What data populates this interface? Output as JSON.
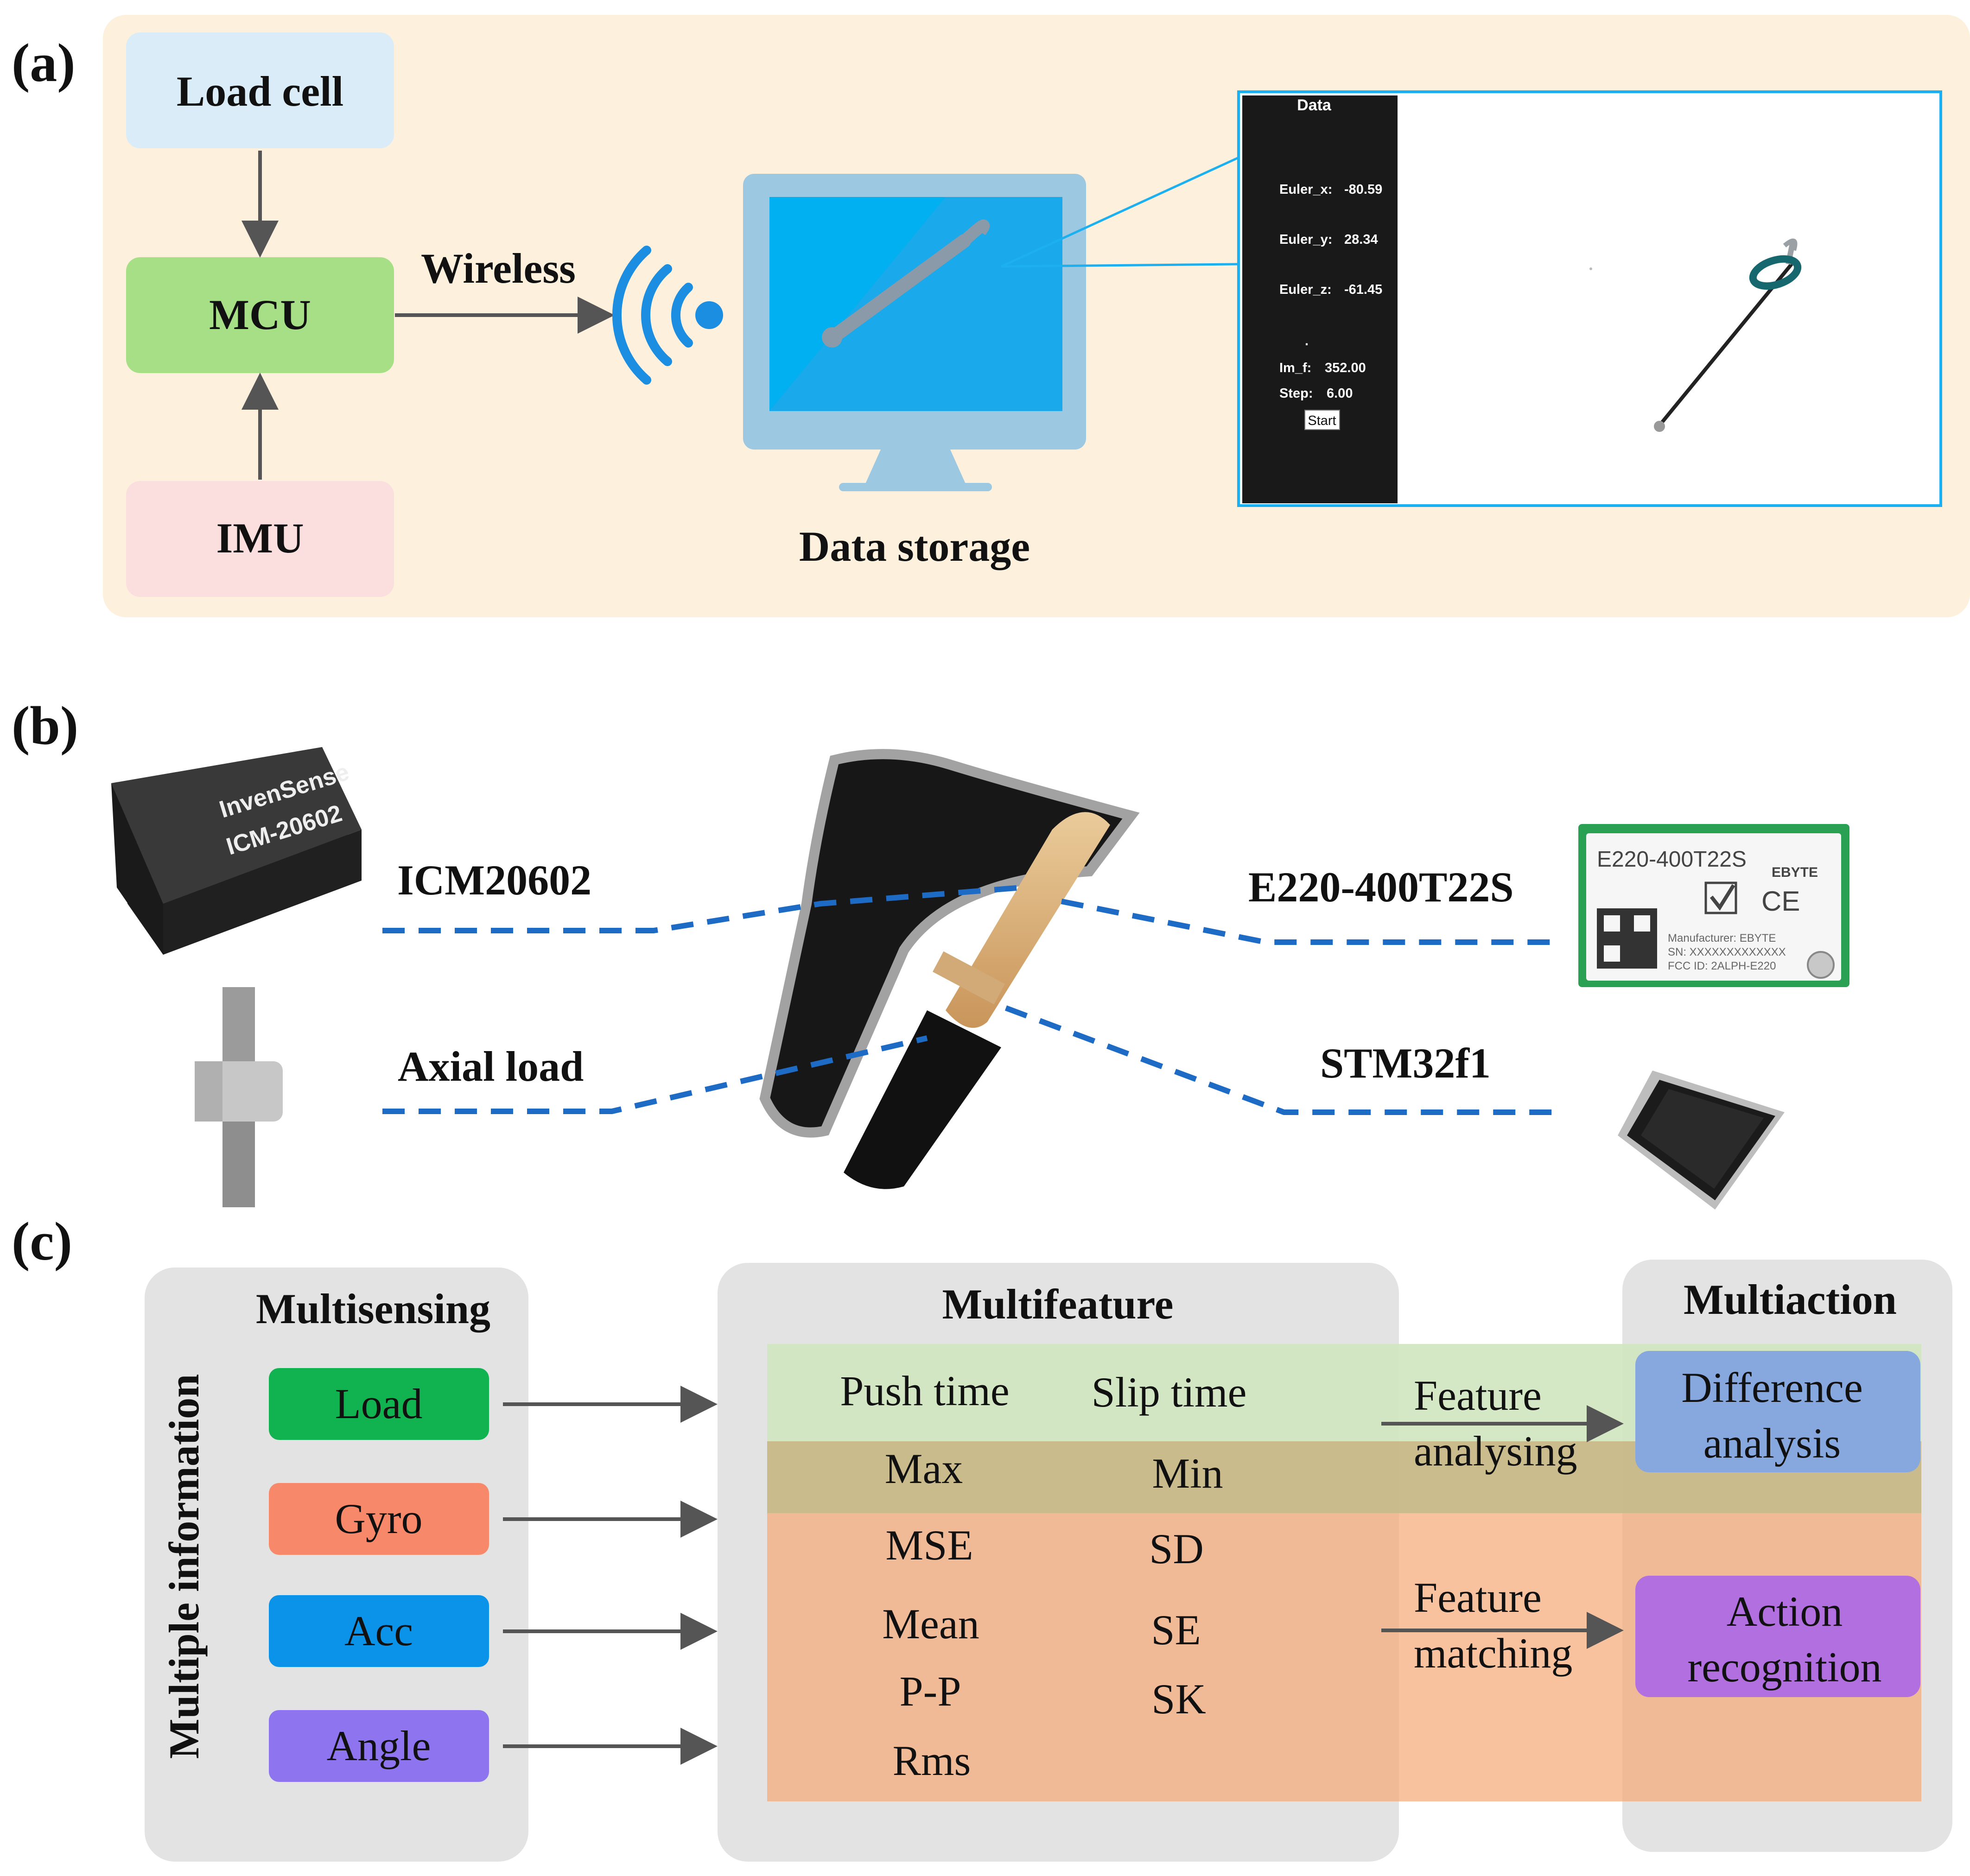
{
  "panel_a": {
    "label": "(a)",
    "load_cell": "Load cell",
    "mcu": "MCU",
    "imu": "IMU",
    "wireless": "Wireless",
    "data_storage": "Data storage",
    "screen": {
      "header": "Data",
      "euler_x_label": "Euler_x:",
      "euler_x_value": "-80.59",
      "euler_y_label": "Euler_y:",
      "euler_y_value": "28.34",
      "euler_z_label": "Euler_z:",
      "euler_z_value": "-61.45",
      "dot": ".",
      "im_f_label": "Im_f:",
      "im_f_value": "352.00",
      "step_label": "Step:",
      "step_value": "6.00",
      "start_button": "Start"
    }
  },
  "panel_b": {
    "label": "(b)",
    "imu_chip_text_1": "InvenSense",
    "imu_chip_text_2": "ICM-20602",
    "icm_label": "ICM20602",
    "axial_label": "Axial load",
    "e220_label": "E220-400T22S",
    "stm_label": "STM32f1",
    "module": {
      "model": "E220-400T22S",
      "brand": "EBYTE",
      "ce": "CE",
      "manufacturer": "Manufacturer: EBYTE",
      "sn": "SN: XXXXXXXXXXXXX",
      "fcc": "FCC ID: 2ALPH-E220"
    }
  },
  "panel_c": {
    "label": "(c)",
    "vertical_label": "Multiple information",
    "multisensing": {
      "title": "Multisensing",
      "items": [
        "Load",
        "Gyro",
        "Acc",
        "Angle"
      ]
    },
    "multifeature": {
      "title": "Multifeature",
      "push_time": "Push time",
      "slip_time": "Slip time",
      "max": "Max",
      "min": "Min",
      "mse": "MSE",
      "sd": "SD",
      "mean": "Mean",
      "se": "SE",
      "pp": "P-P",
      "sk": "SK",
      "rms": "Rms"
    },
    "feature_analysing_1": "Feature",
    "feature_analysing_2": "analysing",
    "feature_matching_1": "Feature",
    "feature_matching_2": "matching",
    "multiaction": {
      "title": "Multiaction",
      "difference_1": "Difference",
      "difference_2": "analysis",
      "action_1": "Action",
      "action_2": "recognition"
    }
  },
  "colors": {
    "panel_a_bg": "#fdf1dd",
    "load_cell": "#d9ecf8",
    "mcu": "#a7df86",
    "imu": "#fbdede",
    "wifi_blue": "#1b8ee2",
    "screen_blue": "#00b0f0",
    "monitor_frame": "#9cc8e2",
    "gray_box": "#e3e3e3",
    "green_band": "#cfe6c0",
    "olive_band": "#c8b888",
    "orange_band": "#eab090",
    "load": "#11b250",
    "gyro": "#f7896a",
    "acc": "#0a93e8",
    "angle": "#8e74ee",
    "difference": "#86a8df",
    "action": "#b26fe0",
    "dashed_line": "#1e6bc6"
  }
}
